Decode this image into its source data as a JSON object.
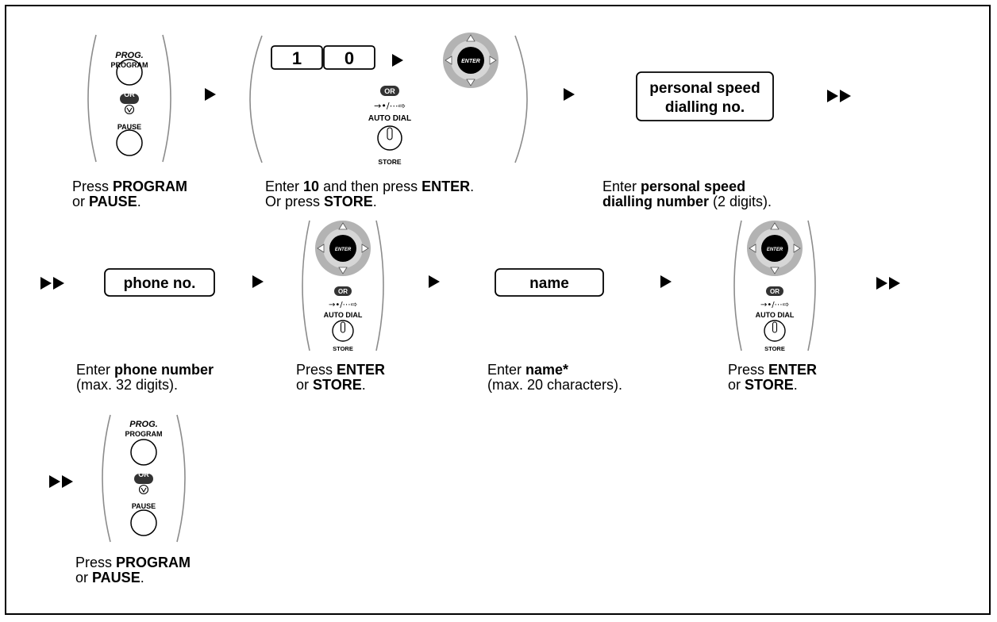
{
  "labels": {
    "prog_italic": "PROG.",
    "program": "PROGRAM",
    "or": "OR",
    "pause": "PAUSE",
    "enter": "ENTER",
    "auto_dial_arrow": "→•/⋯⇨",
    "auto_dial": "AUTO DIAL",
    "store": "STORE",
    "digit_1": "1",
    "digit_0": "0"
  },
  "boxes": {
    "speed_line1": "personal speed",
    "speed_line2": "dialling no.",
    "phone": "phone no.",
    "name": "name"
  },
  "captions": {
    "s1": {
      "l1a": "Press ",
      "l1b": "PROGRAM",
      "l2a": "or ",
      "l2b": "PAUSE",
      "l2c": "."
    },
    "s2": {
      "l1a": "Enter ",
      "l1b": "10",
      "l1c": " and then press ",
      "l1d": "ENTER",
      "l1e": ".",
      "l2a": "Or press ",
      "l2b": "STORE",
      "l2c": "."
    },
    "s3": {
      "l1a": "Enter ",
      "l1b": "personal speed",
      "l2a": "dialling number",
      "l2b": " (2 digits)."
    },
    "s4": {
      "l1a": "Enter ",
      "l1b": "phone number",
      "l2": "(max. 32 digits)."
    },
    "s5": {
      "l1a": "Press ",
      "l1b": "ENTER",
      "l2a": "or ",
      "l2b": "STORE",
      "l2c": "."
    },
    "s6": {
      "l1a": "Enter ",
      "l1b": "name*",
      "l2": "(max. 20 characters)."
    },
    "s7": {
      "l1a": "Press ",
      "l1b": "ENTER",
      "l2a": "or ",
      "l2b": "STORE",
      "l2c": "."
    },
    "s8": {
      "l1a": "Press ",
      "l1b": "PROGRAM",
      "l2a": "or ",
      "l2b": "PAUSE",
      "l2c": "."
    }
  },
  "colors": {
    "ink": "#000000",
    "panel_grey": "#b3b3b3",
    "bracket_grey": "#8c8c8c",
    "or_fill": "#333333"
  }
}
